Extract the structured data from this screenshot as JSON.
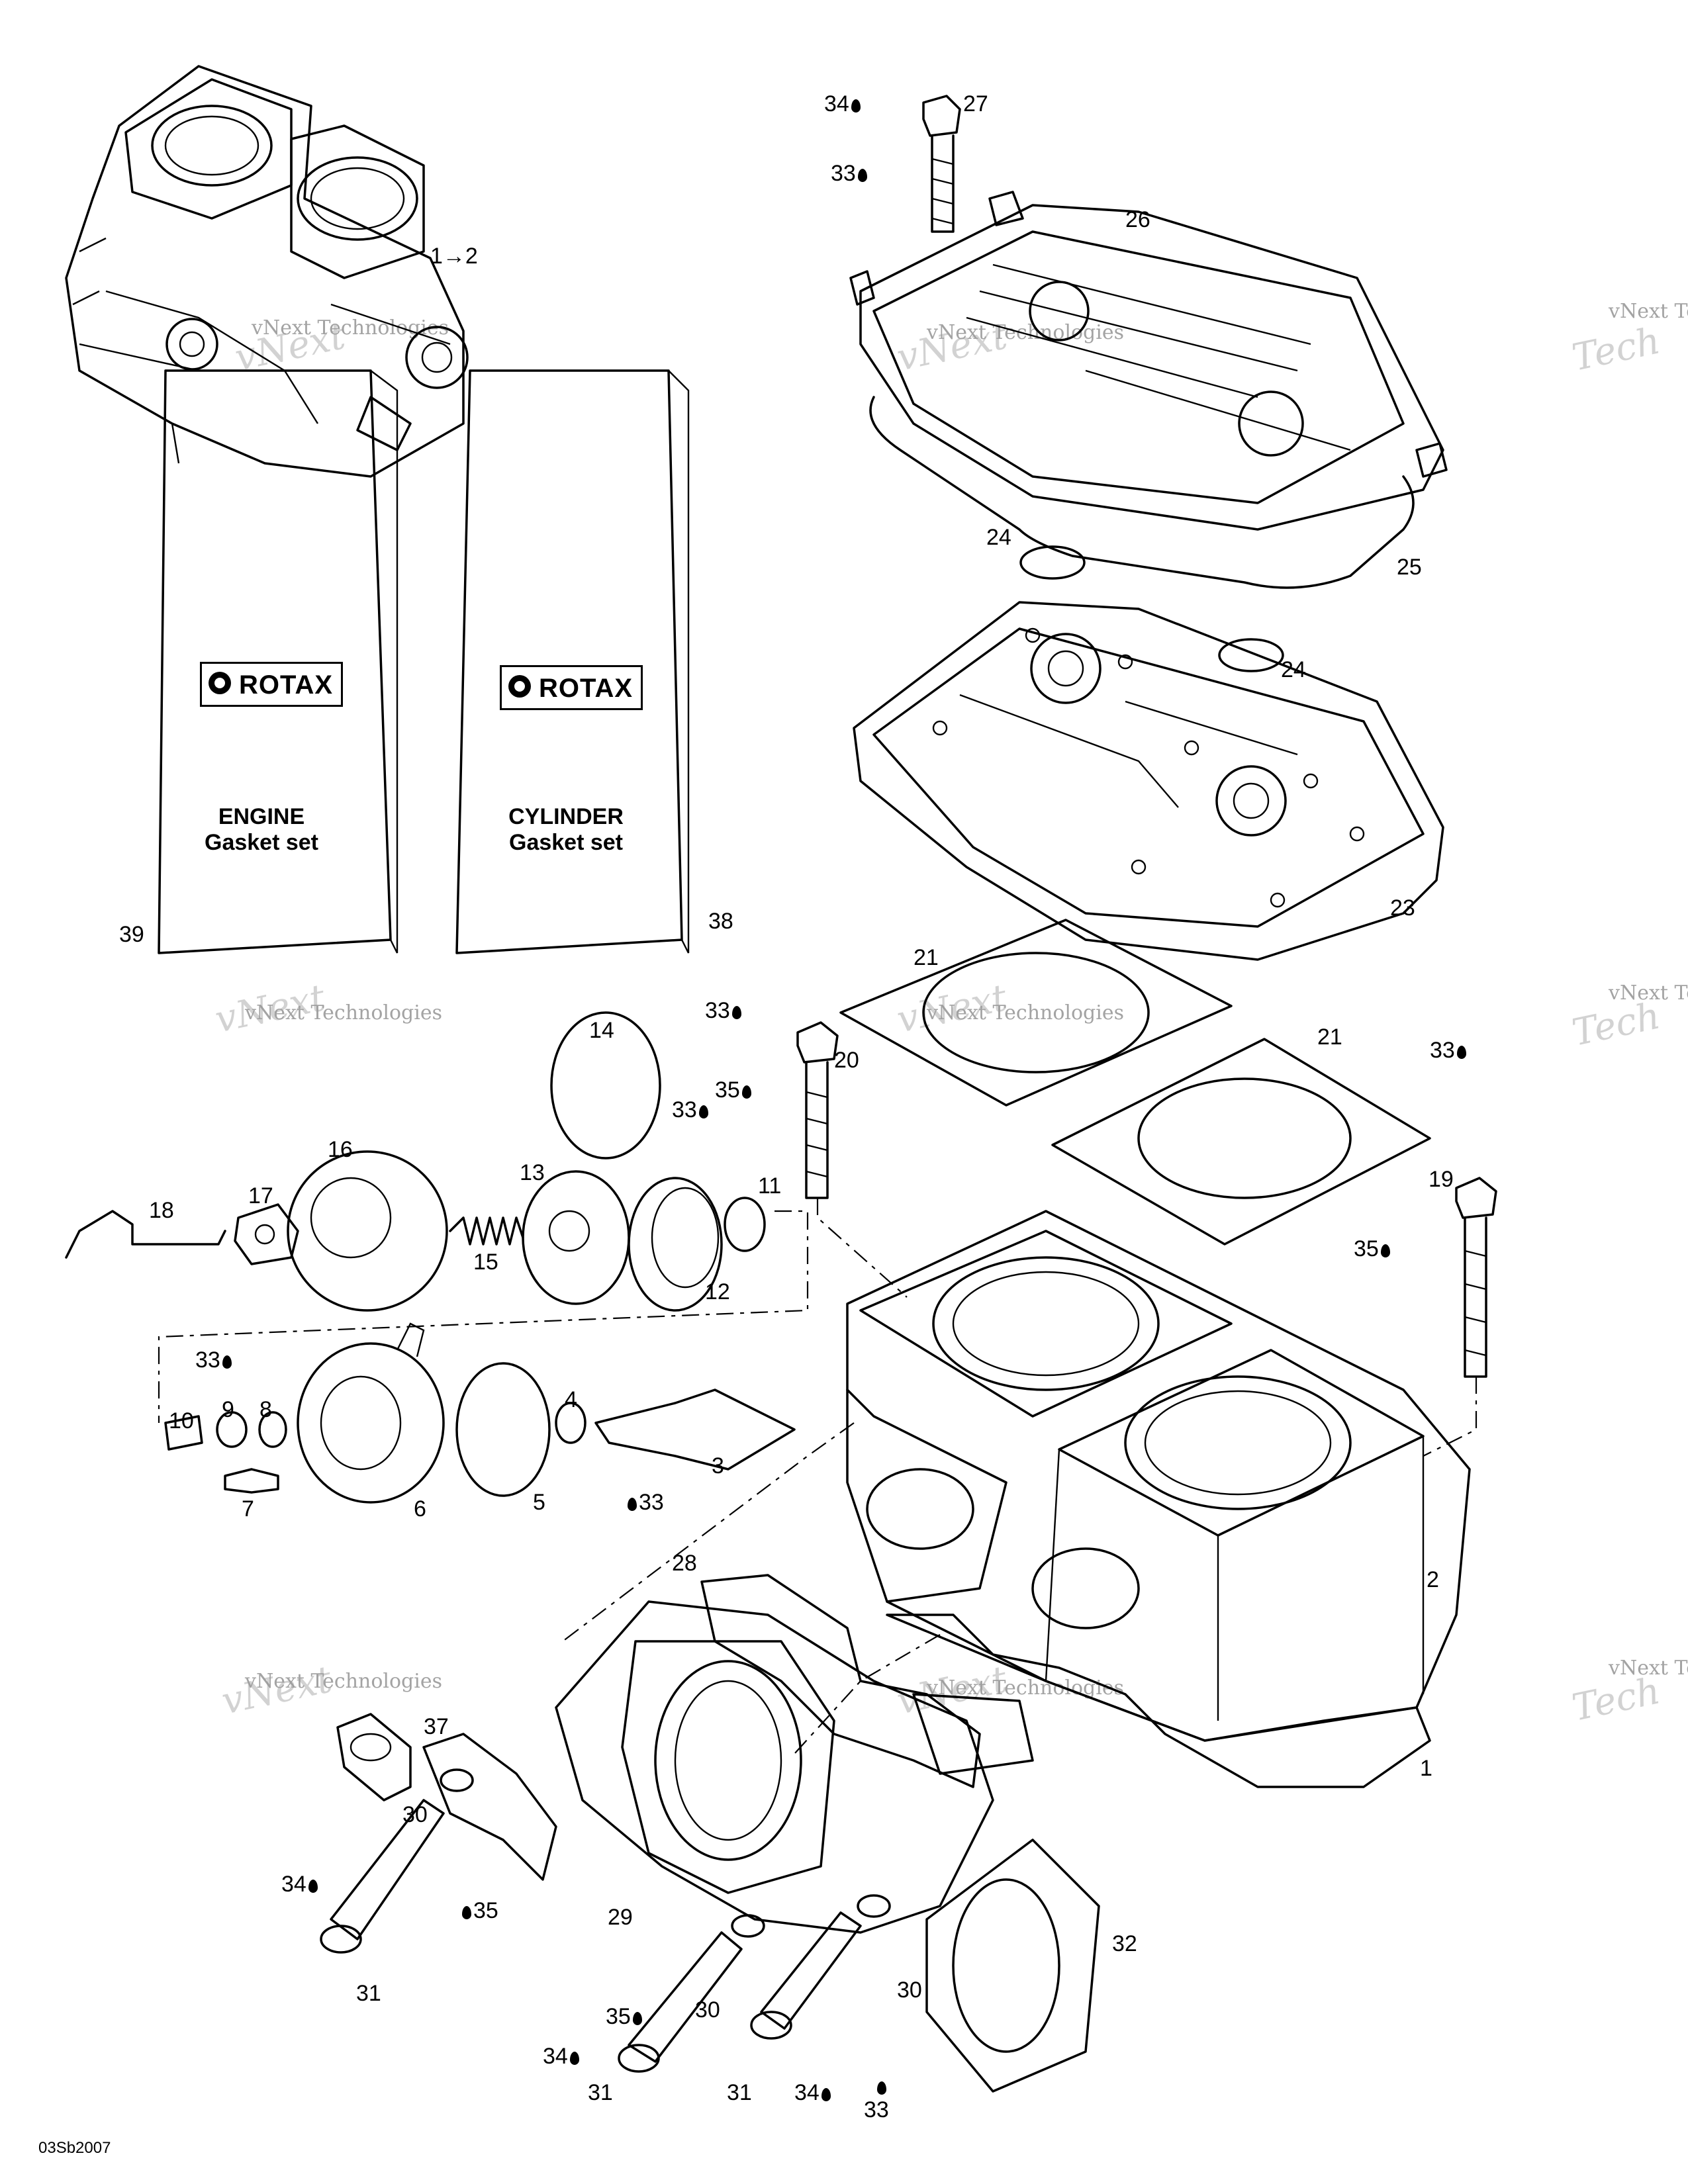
{
  "diagram": {
    "code": "03Sb2007",
    "kits": [
      {
        "logo": "ROTAX",
        "title_line1": "ENGINE",
        "title_line2": "Gasket set",
        "part": "39"
      },
      {
        "logo": "ROTAX",
        "title_line1": "CYLINDER",
        "title_line2": "Gasket set",
        "part": "38"
      }
    ],
    "callouts": [
      {
        "label": "1→2"
      },
      {
        "label": "34",
        "drop": true
      },
      {
        "label": "27"
      },
      {
        "label": "33",
        "drop": true
      },
      {
        "label": "26"
      },
      {
        "label": "24"
      },
      {
        "label": "25"
      },
      {
        "label": "24"
      },
      {
        "label": "23"
      },
      {
        "label": "21"
      },
      {
        "label": "21"
      },
      {
        "label": "33",
        "drop": true
      },
      {
        "label": "35",
        "drop": true
      },
      {
        "label": "20"
      },
      {
        "label": "33",
        "drop": true
      },
      {
        "label": "19"
      },
      {
        "label": "35",
        "drop": true
      },
      {
        "label": "14"
      },
      {
        "label": "33",
        "drop": true
      },
      {
        "label": "16"
      },
      {
        "label": "13"
      },
      {
        "label": "11"
      },
      {
        "label": "18"
      },
      {
        "label": "17"
      },
      {
        "label": "15"
      },
      {
        "label": "12"
      },
      {
        "label": "33",
        "drop": true
      },
      {
        "label": "9"
      },
      {
        "label": "8"
      },
      {
        "label": "4"
      },
      {
        "label": "10"
      },
      {
        "label": "3"
      },
      {
        "label": "7"
      },
      {
        "label": "6"
      },
      {
        "label": "5"
      },
      {
        "label": "33",
        "drop_before": true
      },
      {
        "label": "28"
      },
      {
        "label": "2"
      },
      {
        "label": "37"
      },
      {
        "label": "1"
      },
      {
        "label": "30"
      },
      {
        "label": "34",
        "drop": true
      },
      {
        "label": "35",
        "drop_before": true
      },
      {
        "label": "29"
      },
      {
        "label": "32"
      },
      {
        "label": "31"
      },
      {
        "label": "35",
        "drop": true
      },
      {
        "label": "30"
      },
      {
        "label": "30"
      },
      {
        "label": "34",
        "drop": true
      },
      {
        "label": "31"
      },
      {
        "label": "31"
      },
      {
        "label": "34",
        "drop": true
      },
      {
        "label": "33",
        "drop_above": true
      }
    ],
    "watermark": {
      "line1": "vNext Technologies",
      "line2": "Technologies"
    }
  }
}
